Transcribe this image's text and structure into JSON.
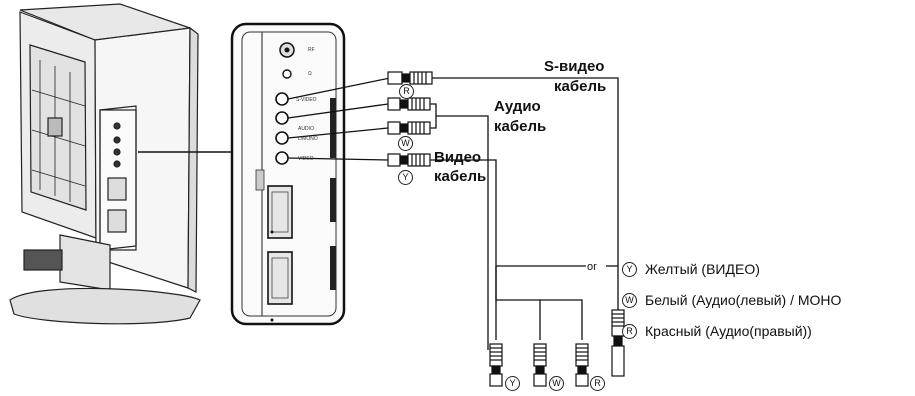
{
  "cables": {
    "svideo": {
      "line1": "S-видео",
      "line2": "кабель"
    },
    "audio": {
      "line1": "Аудио",
      "line2": "кабель"
    },
    "video": {
      "line1": "Видео",
      "line2": "кабель"
    }
  },
  "or_label": "or",
  "legend": [
    {
      "symbol": "Y",
      "text": "Желтый (ВИДЕО)"
    },
    {
      "symbol": "W",
      "text": "Белый (Аудио(левый) / МОНО"
    },
    {
      "symbol": "R",
      "text": "Красный (Аудио(правый))"
    }
  ],
  "plug_symbols": {
    "yellow": "Y",
    "white": "W",
    "red": "R"
  },
  "panel_labels": {
    "rf": "RF",
    "headphone": "Ω",
    "svideo": "S-VIDEO",
    "audio": "AUDIO",
    "mono": "L/MONO",
    "video": "VIDEO"
  }
}
